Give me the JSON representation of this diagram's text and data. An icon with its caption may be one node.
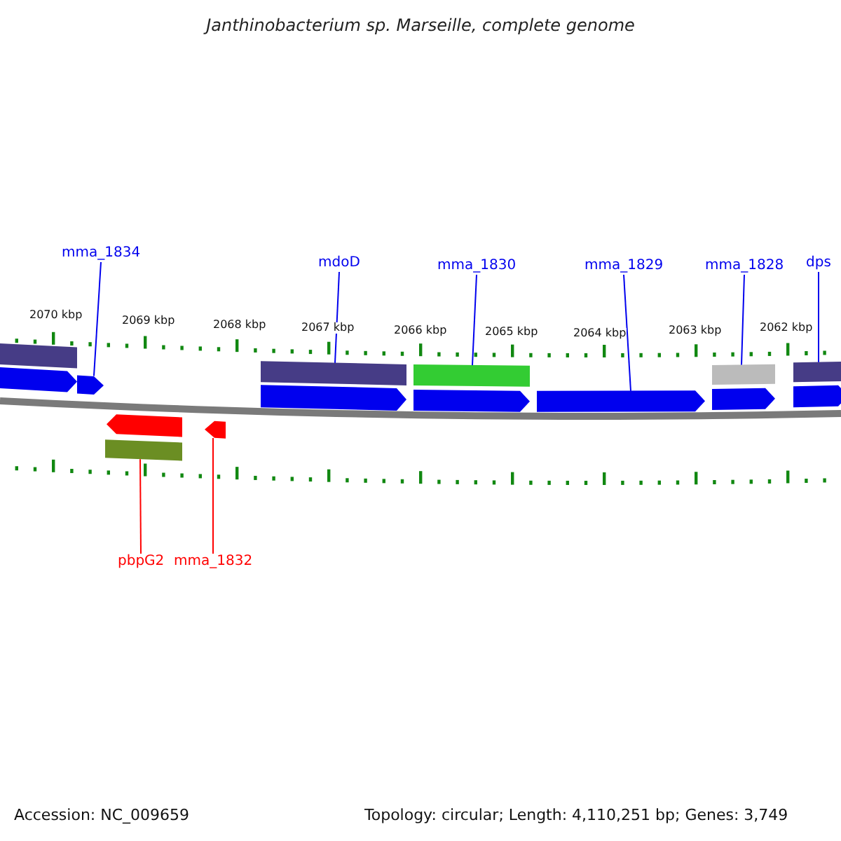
{
  "diagram": {
    "title": "Janthinobacterium sp. Marseille, complete genome",
    "nodes": [
      {
        "text": [
          "mma_1834"
        ]
      },
      {
        "text": [
          "mdoD"
        ]
      },
      {
        "text": [
          "mma_1830"
        ]
      },
      {
        "text": [
          "mma_1829"
        ]
      },
      {
        "text": [
          "mma_1828"
        ]
      },
      {
        "text": [
          "dps"
        ]
      },
      {
        "text": [
          "pbpG2"
        ]
      },
      {
        "text": [
          "mma_1832"
        ]
      },
      {
        "text": [],
        "shape": "bar"
      },
      {
        "text": [],
        "shape": "arrow"
      },
      {
        "text": [],
        "shape": "arrow"
      },
      {
        "text": [],
        "shape": "arrow"
      },
      {
        "text": [],
        "shape": "bar"
      },
      {
        "text": [],
        "shape": "arrow"
      },
      {
        "text": [],
        "shape": "bar"
      },
      {
        "text": [],
        "shape": "arrow"
      },
      {
        "text": [],
        "shape": "bar"
      },
      {
        "text": [],
        "shape": "arrow"
      },
      {
        "text": [],
        "shape": "arrow"
      },
      {
        "text": [],
        "shape": "bar"
      },
      {
        "text": [],
        "shape": "arrow"
      },
      {
        "text": [],
        "shape": "bar"
      },
      {
        "text": [],
        "shape": "arrow"
      }
    ],
    "edges": [
      {
        "from": 0,
        "to": 10,
        "arrow": "none"
      },
      {
        "from": 1,
        "to": 14,
        "arrow": "none"
      },
      {
        "from": 2,
        "to": 16,
        "arrow": "none"
      },
      {
        "from": 3,
        "to": 18,
        "arrow": "none"
      },
      {
        "from": 4,
        "to": 19,
        "arrow": "none"
      },
      {
        "from": 5,
        "to": 21,
        "arrow": "none"
      },
      {
        "from": 6,
        "to": 12,
        "arrow": "none",
        "color": "#ff0000"
      },
      {
        "from": 7,
        "to": 13,
        "arrow": "none",
        "color": "#ff0000"
      }
    ],
    "labels": [
      "2070 kbp",
      "2069 kbp",
      "2068 kbp",
      "2067 kbp",
      "2066 kbp",
      "2065 kbp",
      "2064 kbp",
      "2063 kbp",
      "2062 kbp",
      "Accession: NC_009659",
      "Topology: circular; Length: 4,110,251 bp; Genes: 3,749"
    ]
  }
}
